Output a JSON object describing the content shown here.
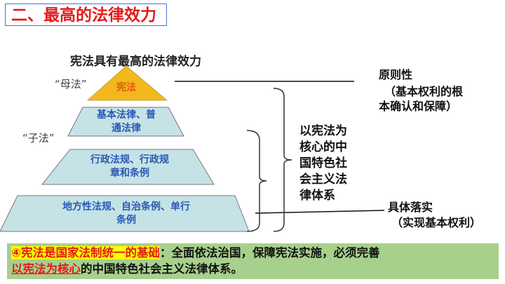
{
  "title": "二、最高的法律效力",
  "diagram": {
    "heading": "宪法具有最高的法律效力",
    "mother_label": "“母法”",
    "child_label": "“子法”",
    "tiers": [
      "宪法",
      "基本法律、普通法律",
      "行政法规、行政规章和条例",
      "地方性法规、自治条例、单行条例"
    ],
    "tier_lines": [
      [
        "宪法"
      ],
      [
        "基本法律、普",
        "通法律"
      ],
      [
        "行政法规、行政规",
        "章和条例"
      ],
      [
        "地方性法规、自治条例、单行",
        "条例"
      ]
    ],
    "system_lines": [
      "以宪法为",
      "核心的中",
      "国特色社",
      "会主义法",
      "律体系"
    ],
    "principle": {
      "title": "原则性",
      "lines": [
        "（基本权利的根",
        "本确认和保障）"
      ]
    },
    "concrete": {
      "title": "具体落实",
      "sub": "（实现基本权利）"
    }
  },
  "note": {
    "highlight": "④宪法是国家法制统一的基础",
    "text1": "：全面依法治国，保障宪法实施，必须完善",
    "underline": "以宪法为核心",
    "text2": "的中国特色社会主义法律体系。"
  },
  "colors": {
    "top": "#f2b81c",
    "tier": "#c5e3e6",
    "note": "#a8d08d",
    "red": "#e51a1a"
  }
}
